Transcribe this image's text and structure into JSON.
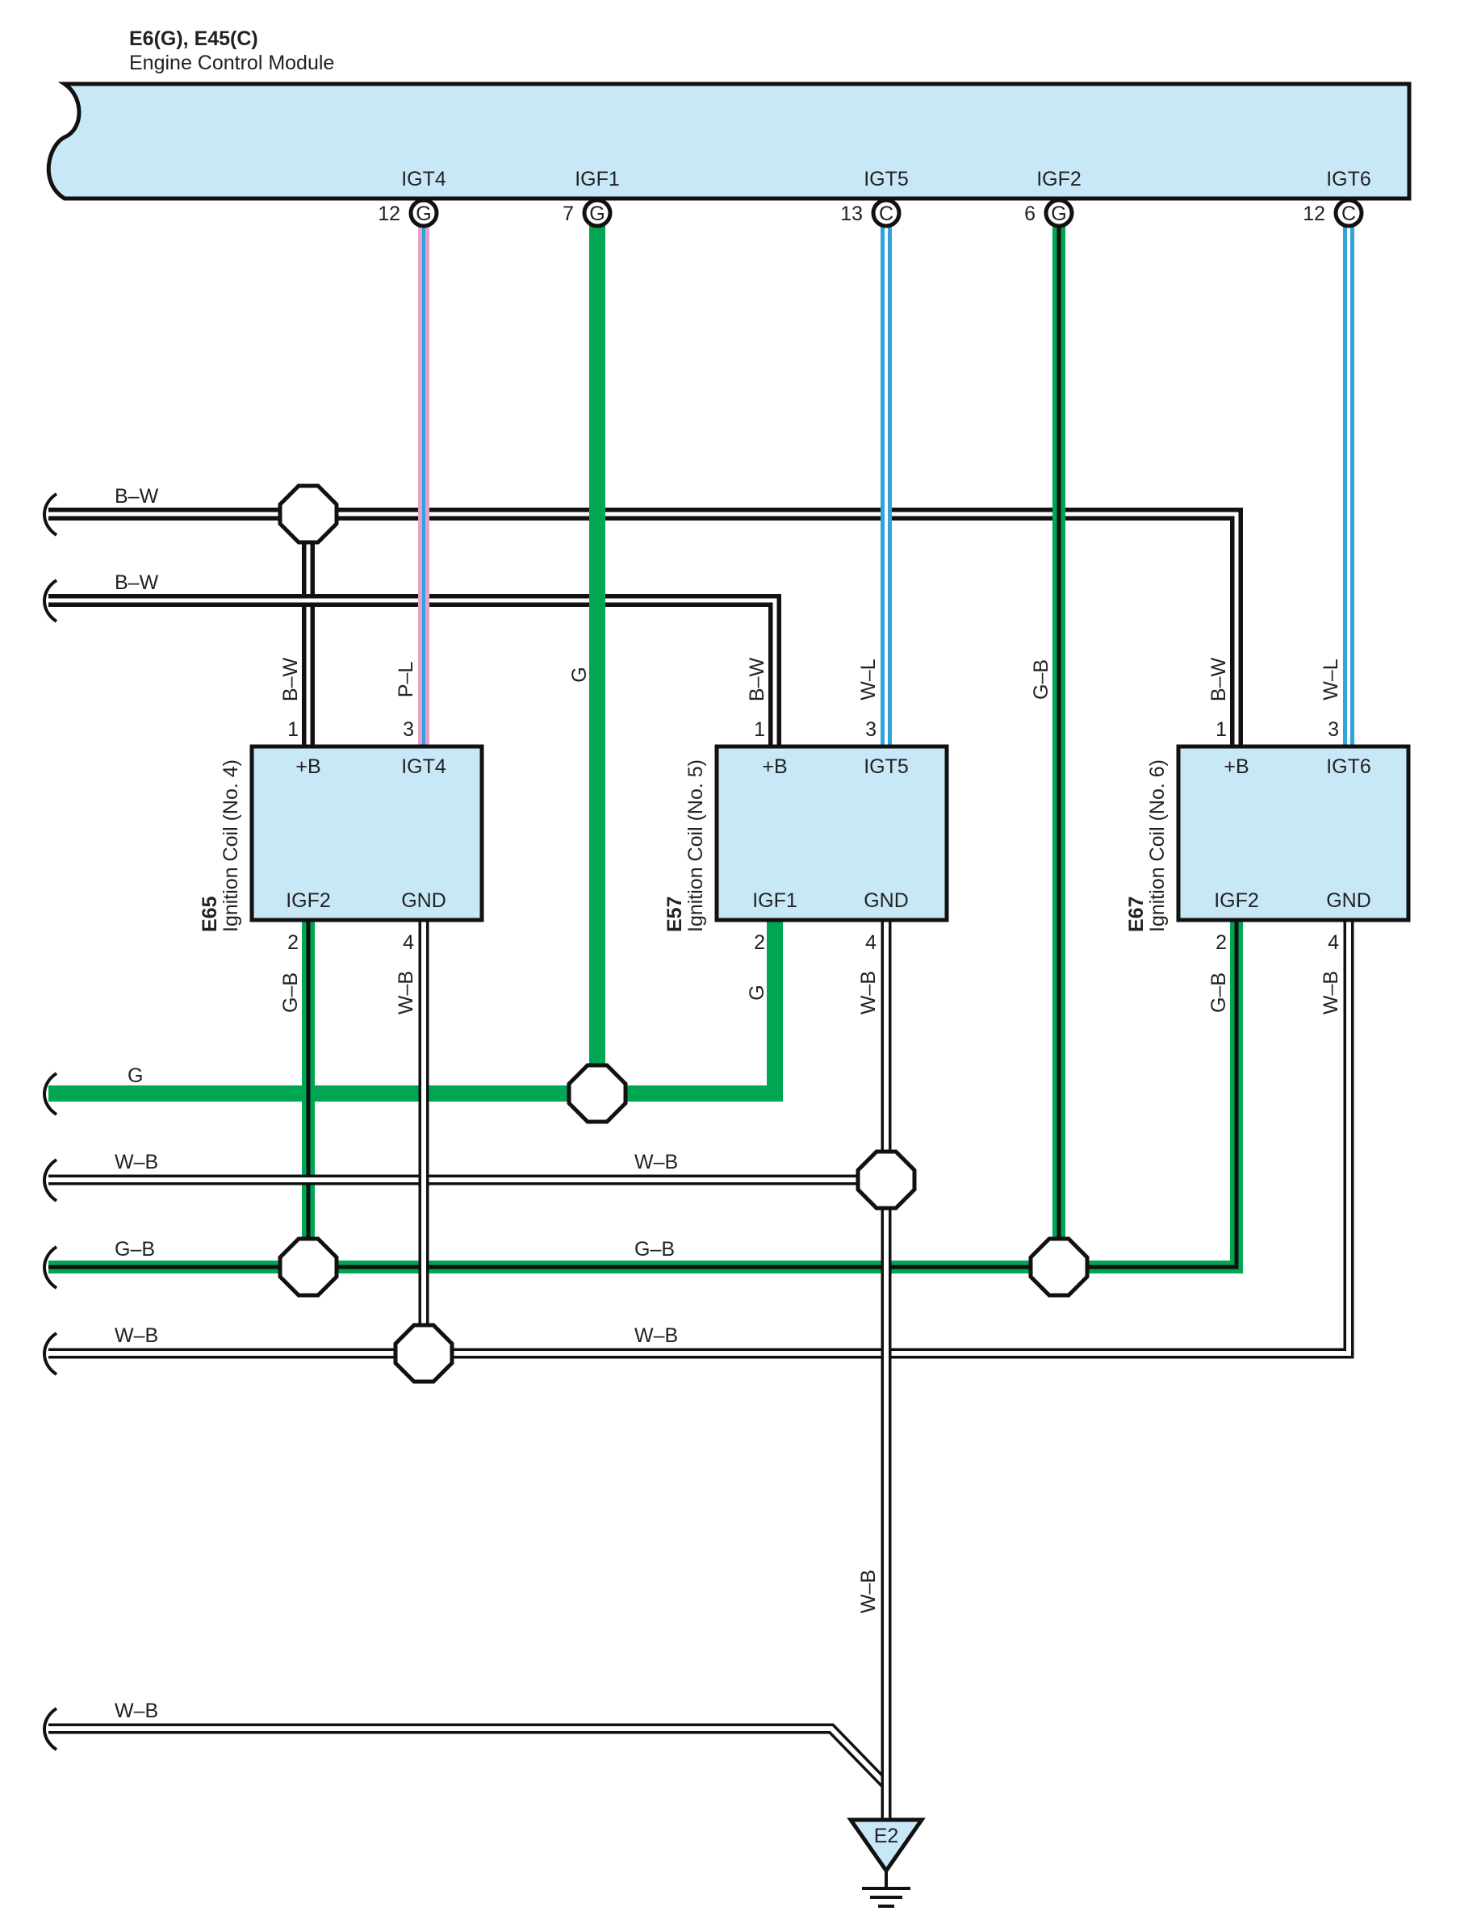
{
  "ecm": {
    "title": "E6(G), E45(C)",
    "subtitle": "Engine Control Module",
    "terminals": [
      {
        "name": "IGT4",
        "pin": "12",
        "conn": "G"
      },
      {
        "name": "IGF1",
        "pin": "7",
        "conn": "G"
      },
      {
        "name": "IGT5",
        "pin": "13",
        "conn": "C"
      },
      {
        "name": "IGF2",
        "pin": "6",
        "conn": "G"
      },
      {
        "name": "IGT6",
        "pin": "12",
        "conn": "C"
      }
    ]
  },
  "coils": [
    {
      "id": "E65",
      "desc": "Ignition Coil (No. 4)",
      "tl": "+B",
      "tr": "IGT4",
      "bl": "IGF2",
      "br": "GND",
      "pin_tl": "1",
      "pin_tr": "3",
      "pin_bl": "2",
      "pin_br": "4",
      "w_tl": "B–W",
      "w_tr": "P–L",
      "w_bl": "G–B",
      "w_br": "W–B"
    },
    {
      "id": "E57",
      "desc": "Ignition Coil (No. 5)",
      "tl": "+B",
      "tr": "IGT5",
      "bl": "IGF1",
      "br": "GND",
      "pin_tl": "1",
      "pin_tr": "3",
      "pin_bl": "2",
      "pin_br": "4",
      "w_tl": "B–W",
      "w_tr": "W–L",
      "w_bl": "G",
      "w_br": "W–B"
    },
    {
      "id": "E67",
      "desc": "Ignition Coil (No. 6)",
      "tl": "+B",
      "tr": "IGT6",
      "bl": "IGF2",
      "br": "GND",
      "pin_tl": "1",
      "pin_tr": "3",
      "pin_bl": "2",
      "pin_br": "4",
      "w_tl": "B–W",
      "w_tr": "W–L",
      "w_bl": "G–B",
      "w_br": "W–B"
    }
  ],
  "wires": {
    "g_vertical": "G",
    "gb_vertical": "G–B",
    "wb_ground": "W–B",
    "bus_bw1": "B–W",
    "bus_bw2": "B–W",
    "bus_g": "G",
    "bus_wb1": "W–B",
    "bus_wb1_mid": "W–B",
    "bus_gb": "G–B",
    "bus_gb_mid": "G–B",
    "bus_wb2": "W–B",
    "bus_wb2_mid": "W–B",
    "bus_wb3": "W–B"
  },
  "ground": {
    "label": "E2"
  },
  "colors": {
    "ecm_fill": "#c8e8f8",
    "coil_fill": "#c8e8f8",
    "green": "#00a651",
    "black": "#111111",
    "blue": "#2ea3dc",
    "pink": "#e8a0c8",
    "grey": "#9a9a9a"
  }
}
